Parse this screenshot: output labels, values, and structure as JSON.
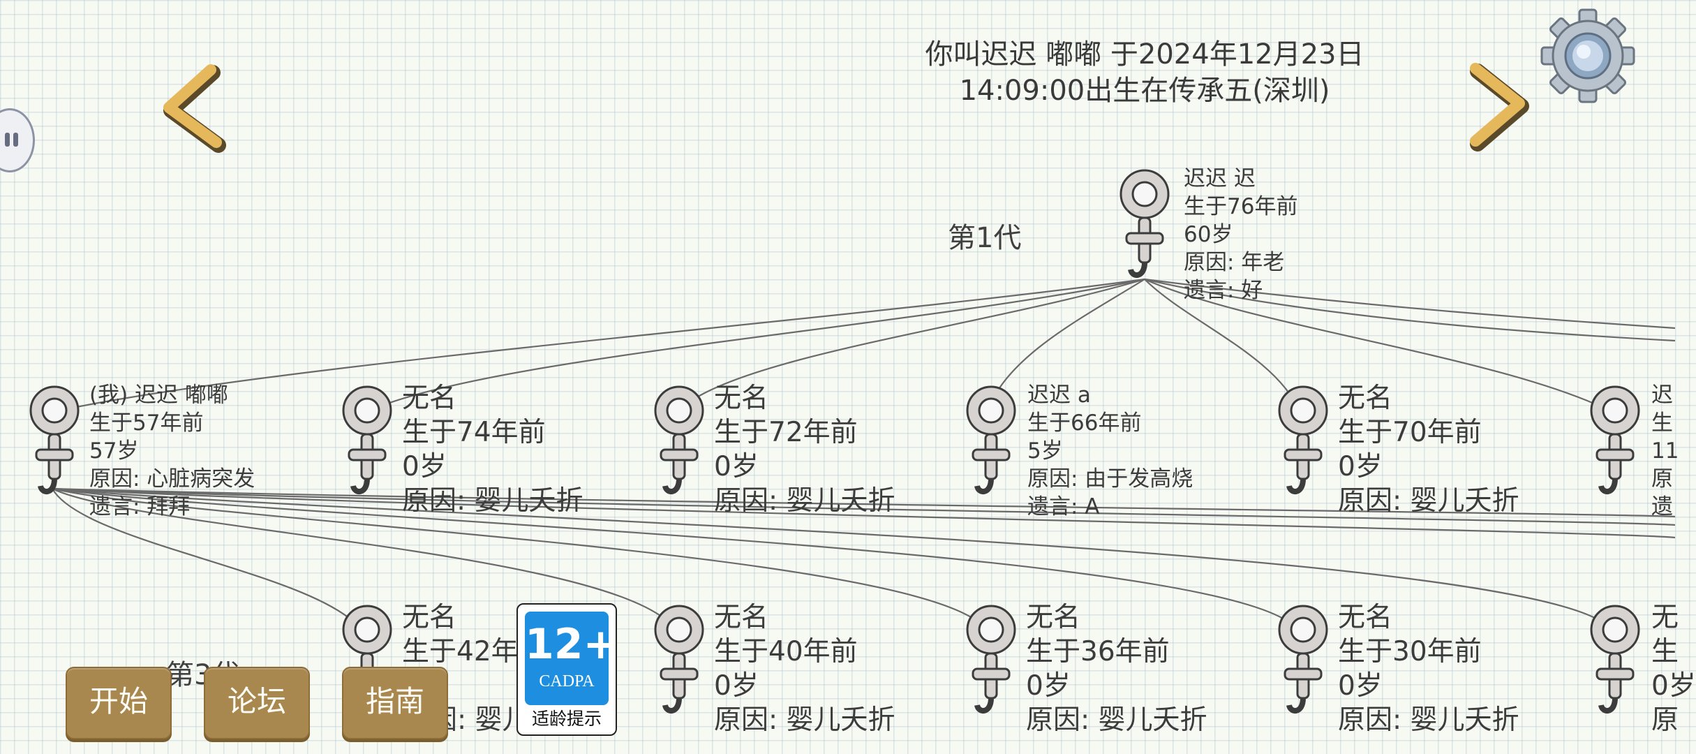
{
  "header": {
    "line1": "你叫迟迟 嘟嘟 于2024年12月23日",
    "line2": "14:09:00出生在传承五(深圳)"
  },
  "generations": {
    "gen1": "第1代",
    "gen3": "第3代"
  },
  "root": {
    "name": "迟迟 迟",
    "born": "生于76年前",
    "age": "60岁",
    "cause": "原因:  年老",
    "will": "遗言:  好"
  },
  "gen2": [
    {
      "name": "(我) 迟迟 嘟嘟",
      "born": "生于57年前",
      "age": "57岁",
      "cause": "原因:  心脏病突发",
      "will": "遗言:  拜拜"
    },
    {
      "name": "无名",
      "born": "生于74年前",
      "age": "0岁",
      "cause": "原因:  婴儿夭折"
    },
    {
      "name": "无名",
      "born": "生于72年前",
      "age": "0岁",
      "cause": "原因:  婴儿夭折"
    },
    {
      "name": "迟迟 a",
      "born": "生于66年前",
      "age": "5岁",
      "cause": "原因:  由于发高烧",
      "will": "遗言:  A"
    },
    {
      "name": "无名",
      "born": "生于70年前",
      "age": "0岁",
      "cause": "原因:  婴儿夭折"
    },
    {
      "name": "迟",
      "born": "生",
      "age": "11",
      "cause": "原",
      "will": "遗"
    }
  ],
  "gen3": [
    {
      "name": "无名",
      "born": "生于42年",
      "age": "",
      "cause": "因:  婴儿夭折"
    },
    {
      "name": "无名",
      "born": "生于40年前",
      "age": "0岁",
      "cause": "原因:  婴儿夭折"
    },
    {
      "name": "无名",
      "born": "生于36年前",
      "age": "0岁",
      "cause": "原因:  婴儿夭折"
    },
    {
      "name": "无名",
      "born": "生于30年前",
      "age": "0岁",
      "cause": "原因:  婴儿夭折"
    },
    {
      "name": "无",
      "born": "生",
      "age": "0岁",
      "cause": "原"
    }
  ],
  "buttons": {
    "start": "开始",
    "forum": "论坛",
    "guide": "指南"
  },
  "age_rating": {
    "number": "12+",
    "org": "CADPA",
    "tip": "适龄提示"
  },
  "icons": {
    "prev": "chevron-left-icon",
    "next": "chevron-right-icon",
    "settings": "gear-icon",
    "female": "female-symbol-icon"
  },
  "colors": {
    "button": "#a8884e",
    "arrow": "#e6b85c",
    "rating": "#1e8fe0"
  }
}
